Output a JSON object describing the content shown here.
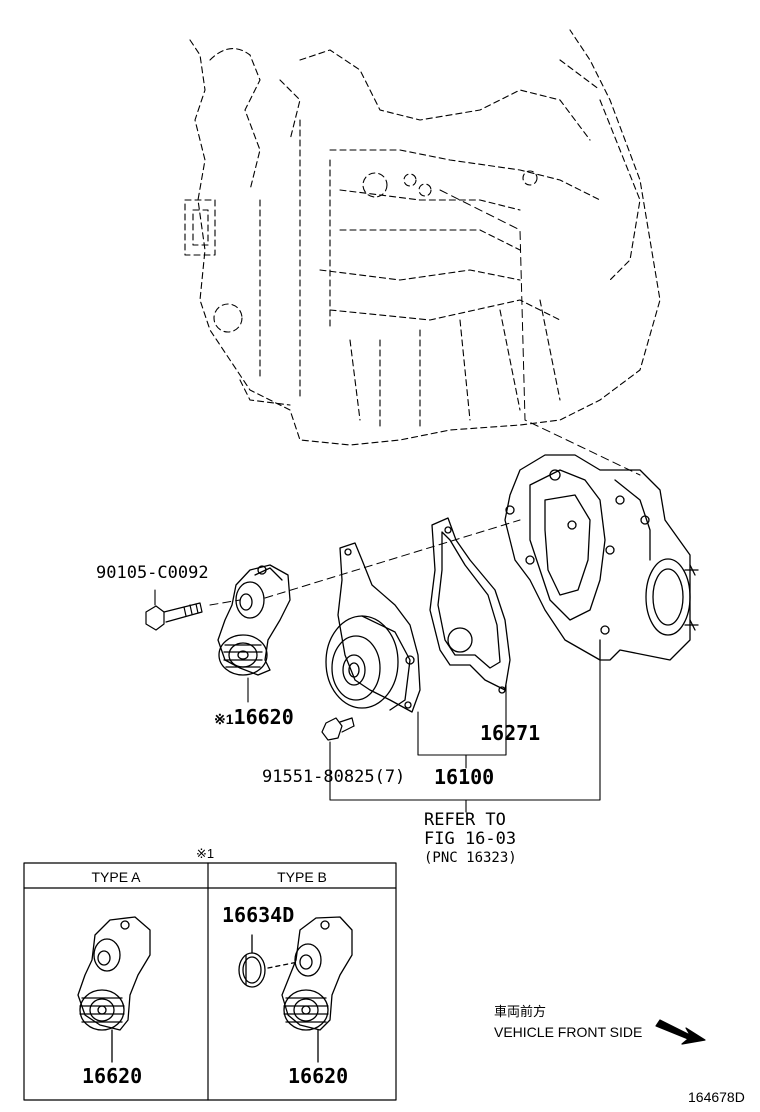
{
  "callouts": {
    "bolt_upper": "90105-C0092",
    "tensioner": "16620",
    "tensioner_note_mark": "※1",
    "gasket": "16271",
    "pump": "16100",
    "bolt_lower": "91551-80825(7)",
    "refer_line1": "REFER TO",
    "refer_line2": "FIG 16-03",
    "refer_line3": "(PNC 16323)"
  },
  "table": {
    "note_mark": "※1",
    "type_a": {
      "header": "TYPE A",
      "part": "16620"
    },
    "type_b": {
      "header": "TYPE B",
      "cap_part": "16634D",
      "part": "16620"
    }
  },
  "direction": {
    "label_jp": "車両前方",
    "label_en": "VEHICLE FRONT SIDE"
  },
  "diagram_id": "164678D"
}
